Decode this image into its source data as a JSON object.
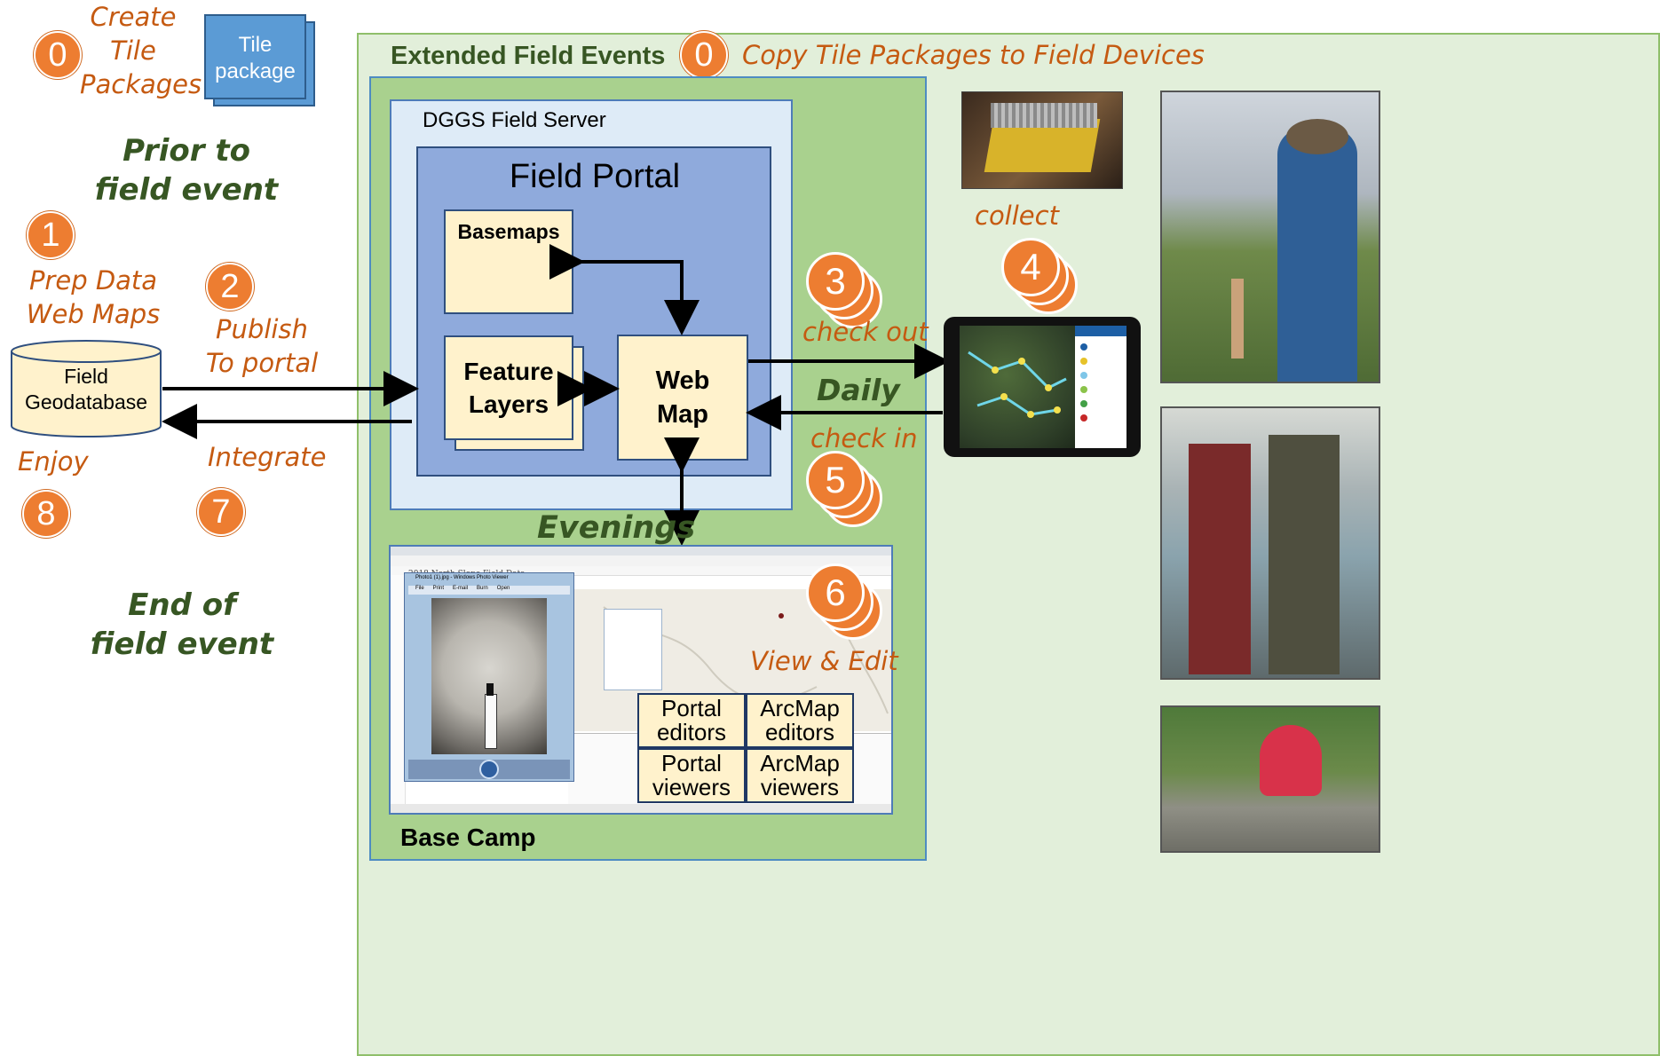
{
  "left_column": {
    "step0_label": "Create\nTile\nPackages",
    "tile_package": "Tile\npackage",
    "prior_heading": "Prior to\nfield event",
    "step1_label": "Prep Data\nWeb Maps",
    "step2_label": "Publish\nTo portal",
    "geodatabase": "Field\nGeodatabase",
    "step8_label": "Enjoy",
    "step7_label": "Integrate",
    "end_heading": "End of\nfield event"
  },
  "badges": {
    "b0_left": "0",
    "b1": "1",
    "b2": "2",
    "b8": "8",
    "b7": "7",
    "b0_top": "0",
    "b3": "3",
    "b4": "4",
    "b5": "5",
    "b6": "6"
  },
  "extended": {
    "title": "Extended Field Events",
    "copy_label": "Copy Tile Packages to Field Devices"
  },
  "server": {
    "title": "DGGS Field Server",
    "portal_title": "Field Portal",
    "basemaps": "Basemaps",
    "feature_layers": "Feature\nLayers",
    "web_map": "Web\nMap"
  },
  "flow": {
    "collect": "collect",
    "check_out": "check out",
    "daily": "Daily",
    "check_in": "check in",
    "evenings": "Evenings",
    "view_edit": "View & Edit"
  },
  "base_camp": {
    "title": "Base Camp",
    "browser_title": "2018 North Slope Field Data",
    "photo_viewer_title": "Photo1 (1).jpg - Windows Photo Viewer",
    "viewer_menu": [
      "File",
      "Print",
      "E-mail",
      "Burn",
      "Open"
    ],
    "roles": [
      "Portal\neditors",
      "ArcMap\neditors",
      "Portal\nviewers",
      "ArcMap\nviewers"
    ]
  },
  "colors": {
    "orange": "#ed7d31",
    "orange_text": "#c55a11",
    "dark_green": "#375623",
    "light_green_bg": "#e2efda",
    "mid_green": "#a9d18e",
    "server_blue": "#deebf7",
    "portal_blue": "#8faadc",
    "cream": "#fff2cc"
  }
}
